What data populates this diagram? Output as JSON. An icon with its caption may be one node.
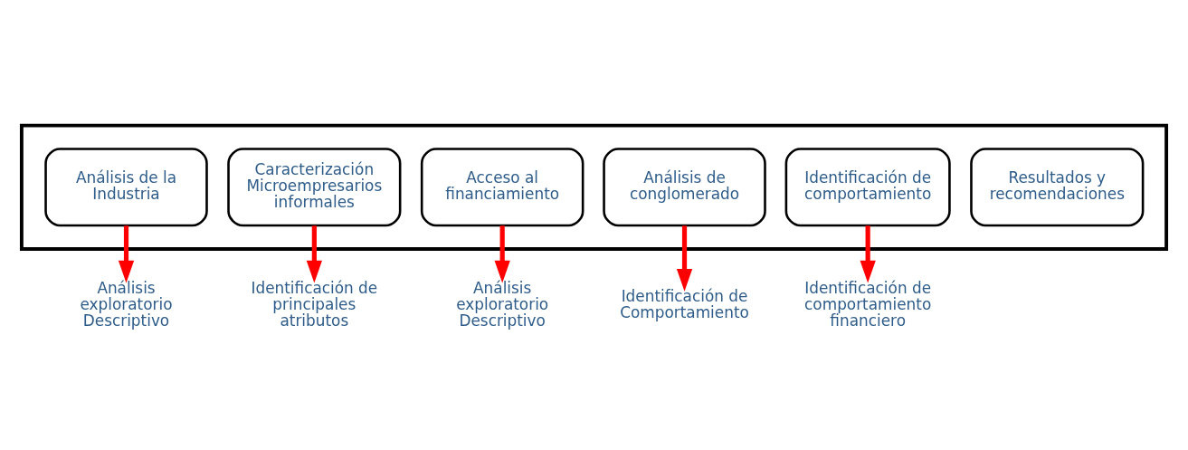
{
  "diagram": {
    "nodes": [
      {
        "text": [],
        "shape": "arrow"
      },
      {
        "text": [
          "Análisis de la Industria"
        ],
        "in": 0
      },
      {
        "text": [
          "Caracterización Microempresarios informales"
        ],
        "in": 0
      },
      {
        "text": [
          "Acceso al financiamiento"
        ],
        "in": 0
      },
      {
        "text": [
          "Análisis de conglomerado"
        ],
        "in": 0
      },
      {
        "text": [
          "Identificación de comportamiento"
        ],
        "in": 0
      },
      {
        "text": [
          "Resultados y recomendaciones"
        ],
        "in": 0
      },
      {
        "text": [
          "Análisis exploratorio Descriptivo"
        ]
      },
      {
        "text": [
          "Identificación de principales atributos"
        ]
      },
      {
        "text": [
          "Análisis exploratorio Descriptivo"
        ]
      },
      {
        "text": [
          "Identificación de Comportamiento"
        ]
      },
      {
        "text": [
          "Identificación de comportamiento financiero"
        ]
      }
    ],
    "edges": [
      {
        "from": 1,
        "to": 7,
        "arrow": "to",
        "color": "#ff0000"
      },
      {
        "from": 2,
        "to": 8,
        "arrow": "to",
        "color": "#ff0000"
      },
      {
        "from": 3,
        "to": 9,
        "arrow": "to",
        "color": "#ff0000"
      },
      {
        "from": 4,
        "to": 10,
        "arrow": "to",
        "color": "#ff0000"
      },
      {
        "from": 5,
        "to": 11,
        "arrow": "to",
        "color": "#ff0000"
      }
    ]
  }
}
